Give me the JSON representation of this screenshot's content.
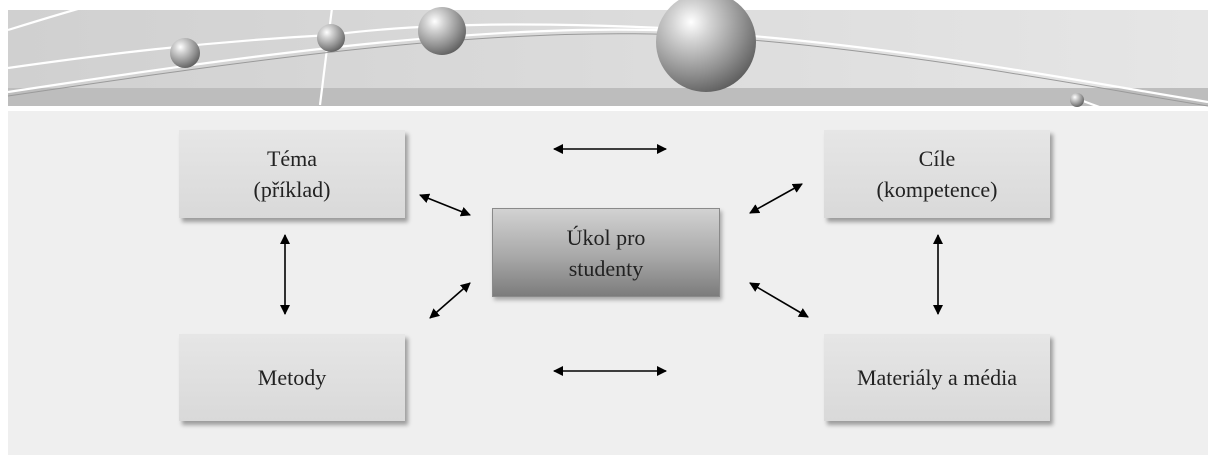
{
  "diagram": {
    "center": {
      "line1": "Úkol pro",
      "line2": "studenty"
    },
    "topic": {
      "line1": "Téma",
      "line2": "(příklad)"
    },
    "goals": {
      "line1": "Cíle",
      "line2": "(kompetence)"
    },
    "methods": {
      "label": "Metody"
    },
    "materials": {
      "label": "Materiály a média"
    }
  },
  "colors": {
    "panel": "#efefef",
    "box": "#dcdcdc",
    "center_dark": "#7c7c7c",
    "arrow": "#000000"
  },
  "icons": [
    "double-arrow-icon",
    "decorative-sphere-icon"
  ]
}
